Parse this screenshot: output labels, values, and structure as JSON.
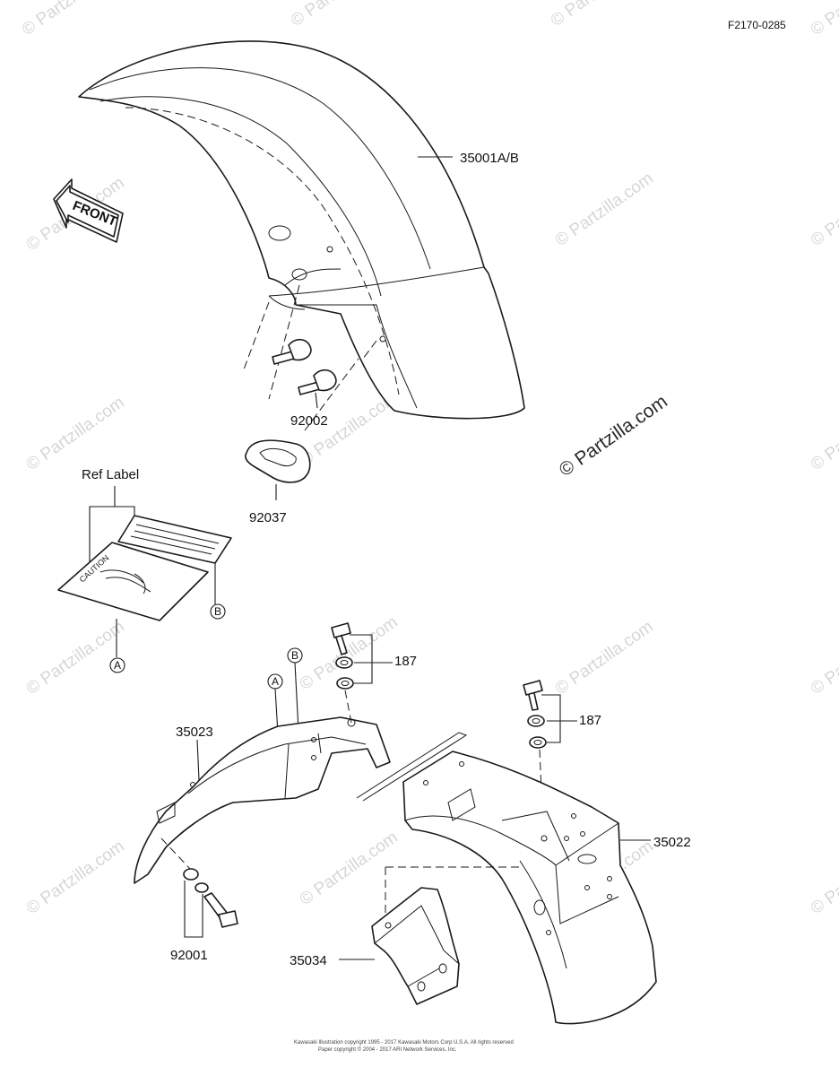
{
  "figure_code": "F2170-0285",
  "front_sign": "FRONT",
  "ref_label_heading": "Ref Label",
  "caution_text": "CAUTION",
  "callouts": {
    "a": "A",
    "b": "B"
  },
  "parts": {
    "front_fender": "35001A/B",
    "fender_bolt": "92002",
    "cable_guide": "92037",
    "rear_fender_front": "35023",
    "rear_fender_rear": "35022",
    "bracket": "35034",
    "bolt_washer_1": "187",
    "bolt_washer_2": "187",
    "rear_bolt": "92001"
  },
  "watermark": "© Partzilla.com",
  "footer": {
    "line1": "Kawasaki Illustration copyright 1995 - 2017 Kawasaki Motors Corp U.S.A. All rights reserved",
    "line2": "Paper copyright © 2004 - 2017 ARI Network Services, Inc."
  }
}
